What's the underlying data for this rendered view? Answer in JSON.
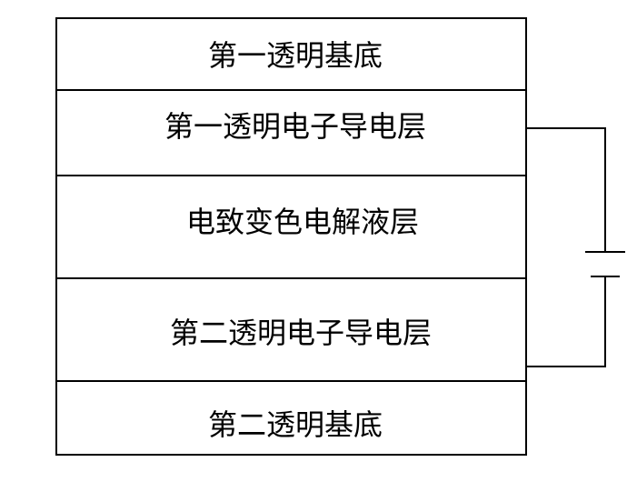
{
  "layers": [
    {
      "label": "第一透明基底"
    },
    {
      "label": "第一透明电子导电层"
    },
    {
      "label": "电致变色电解液层"
    },
    {
      "label": "第二透明电子导电层"
    },
    {
      "label": "第二透明基底"
    }
  ],
  "circuit": {
    "connects": [
      "第一透明电子导电层",
      "第二透明电子导电层"
    ],
    "source_icon": "battery-icon"
  },
  "colors": {
    "stroke": "#000000",
    "background": "#ffffff"
  }
}
